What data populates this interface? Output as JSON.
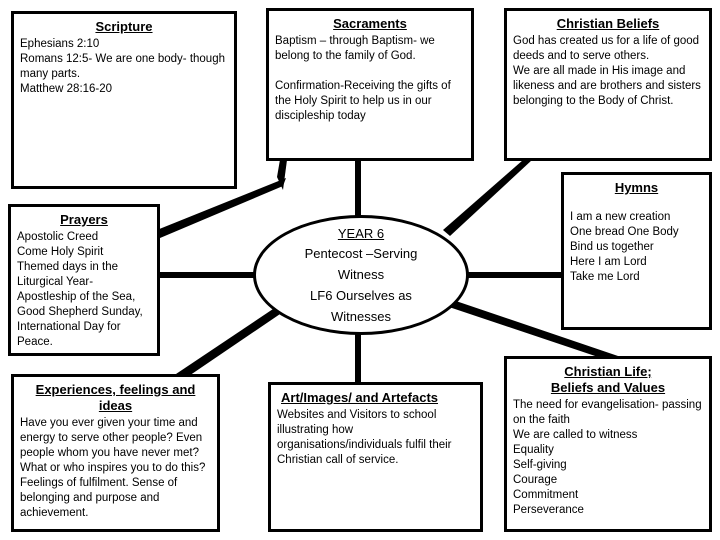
{
  "diagram": {
    "kind": "mind-map",
    "stroke_color": "#000000",
    "background_color": "#ffffff",
    "center": {
      "title": "YEAR 6",
      "body": "Pentecost –Serving\nWitness\nLF6 Ourselves as\nWitnesses"
    },
    "nodes": [
      {
        "id": "scripture",
        "title": "Scripture",
        "body": "Ephesians 2:10\nRomans 12:5- We are one body- though many parts.\nMatthew 28:16-20"
      },
      {
        "id": "sacraments",
        "title": "Sacraments",
        "body": "Baptism – through Baptism- we belong to the family of God.\n\nConfirmation-Receiving the gifts of the Holy Spirit to help us in our discipleship today"
      },
      {
        "id": "christian-beliefs",
        "title": "Christian Beliefs",
        "body": "God has created us for a life of good deeds and to serve others.\nWe are all made in His image and likeness and are brothers and sisters belonging to the Body of Christ."
      },
      {
        "id": "hymns",
        "title": "Hymns",
        "body": "I am a new creation\nOne bread One Body\nBind us together\nHere I am Lord\nTake me Lord"
      },
      {
        "id": "prayers",
        "title": "Prayers",
        "body": "Apostolic Creed\nCome Holy Spirit\nThemed days in the Liturgical Year-\nApostleship of the Sea, Good Shepherd Sunday, International Day for Peace."
      },
      {
        "id": "experiences",
        "title": "Experiences, feelings and ideas",
        "body": "Have you ever given your time and energy to serve other people? Even people whom you have never met? What or who inspires you to do this? Feelings of fulfilment. Sense of belonging and purpose and achievement."
      },
      {
        "id": "art-images",
        "title": "Art/Images/ and Artefacts",
        "body": "Websites and Visitors to school illustrating how organisations/individuals fulfil their Christian call of service."
      },
      {
        "id": "christian-life",
        "title": "Christian Life;\nBeliefs and Values",
        "body": "The need for evangelisation- passing on the faith\nWe are called to witness\nEquality\nSelf-giving\nCourage\nCommitment\nPerseverance"
      }
    ]
  }
}
